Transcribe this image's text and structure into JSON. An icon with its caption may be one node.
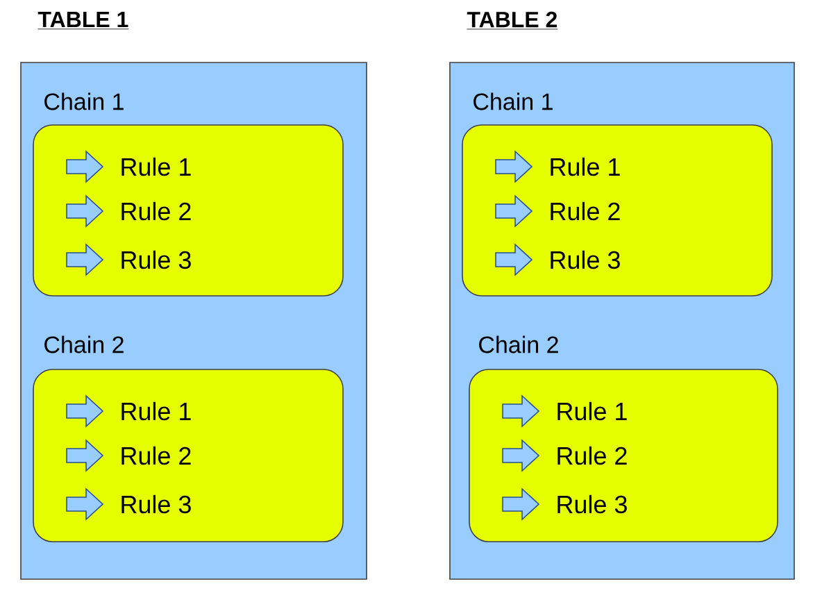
{
  "diagram": {
    "nodes": [
      {
        "text": [
          "TABLE 1"
        ]
      },
      {
        "text": [
          "Chain 1",
          "Rule 1",
          "Rule 2",
          "Rule 3"
        ],
        "in": 0
      },
      {
        "text": [
          "Chain 2",
          "Rule 1",
          "Rule 2",
          "Rule 3"
        ],
        "in": 0
      },
      {
        "text": [
          "TABLE 2"
        ]
      },
      {
        "text": [
          "Chain 1",
          "Rule 1",
          "Rule 2",
          "Rule 3"
        ],
        "in": 3
      },
      {
        "text": [
          "Chain 2",
          "Rule 1",
          "Rule 2",
          "Rule 3"
        ],
        "in": 3
      }
    ]
  }
}
